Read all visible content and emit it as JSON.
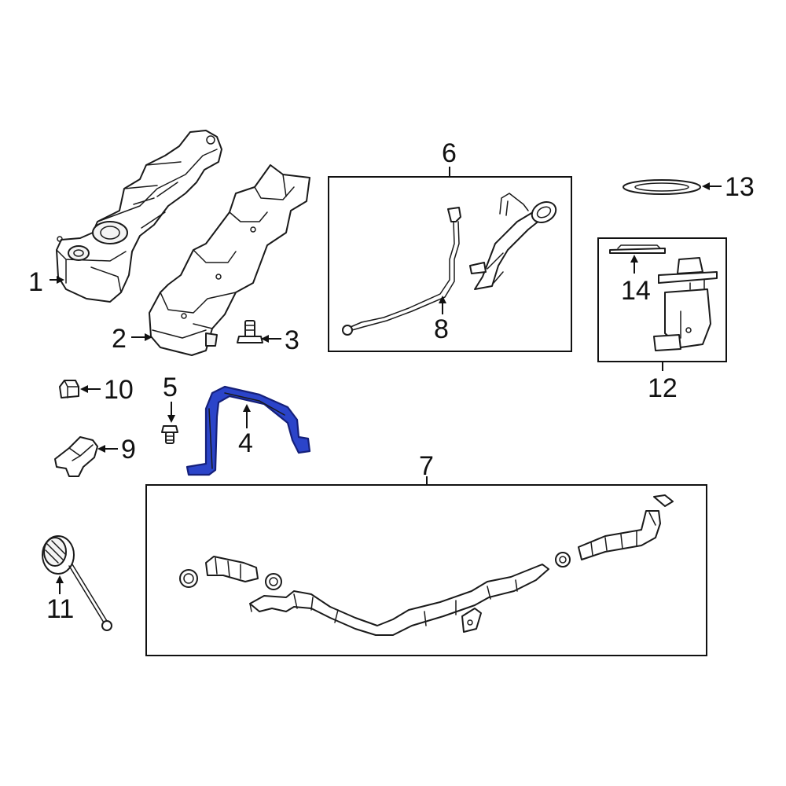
{
  "colors": {
    "highlight_fill": "#2b44c9",
    "highlight_stroke": "#15207a",
    "line": "#1a1a1a",
    "background": "#ffffff"
  },
  "highlighted_part": "4",
  "callouts": {
    "c1": "1",
    "c2": "2",
    "c3": "3",
    "c4": "4",
    "c5": "5",
    "c6": "6",
    "c7": "7",
    "c8": "8",
    "c9": "9",
    "c10": "10",
    "c11": "11",
    "c12": "12",
    "c13": "13",
    "c14": "14"
  }
}
